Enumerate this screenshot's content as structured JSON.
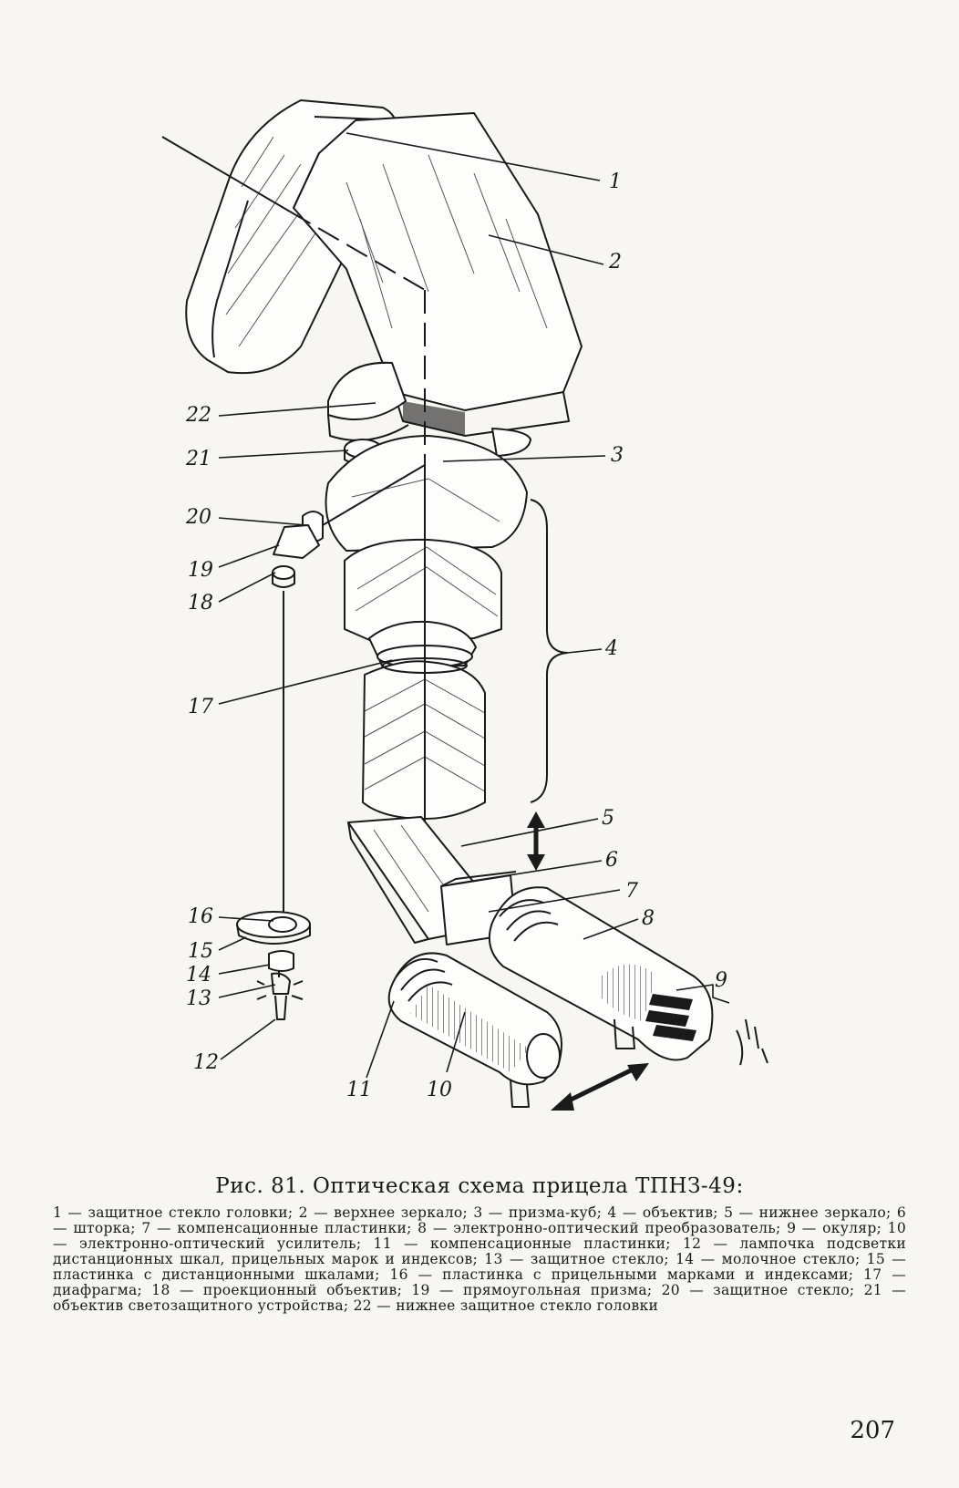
{
  "figure": {
    "caption_title": "Рис. 81. Оптическая схема прицела ТПНЗ-49:",
    "legend": "1 — защитное стекло головки; 2 — верхнее зеркало; 3 — призма-куб; 4 — объектив; 5 — нижнее зеркало; 6 — шторка; 7 — компенсационные пластинки; 8 — электронно-оптический преобразователь; 9 — окуляр; 10 — электронно-оптический усилитель; 11 — компенсационные пластинки; 12 — лампочка подсветки дистанционных шкал, прицельных марок и индексов; 13 — защитное стекло; 14 — молочное стекло; 15 — пластинка с дистанционными шкалами; 16 — пластинка с прицельными марками и индексами; 17 — диафрагма; 18 — проекционный объектив; 19 — прямоугольная призма; 20 — защитное стекло; 21 — объектив светозащитного устройства; 22 — нижнее защитное стекло головки",
    "labels": {
      "l1": "1",
      "l2": "2",
      "l3": "3",
      "l4": "4",
      "l5": "5",
      "l6": "6",
      "l7": "7",
      "l8": "8",
      "l9": "9",
      "l10": "10",
      "l11": "11",
      "l12": "12",
      "l13": "13",
      "l14": "14",
      "l15": "15",
      "l16": "16",
      "l17": "17",
      "l18": "18",
      "l19": "19",
      "l20": "20",
      "l21": "21",
      "l22": "22"
    }
  },
  "page": {
    "number": "207"
  },
  "colors": {
    "ink": "#1a1a1a",
    "paper": "#f7f6f2"
  }
}
